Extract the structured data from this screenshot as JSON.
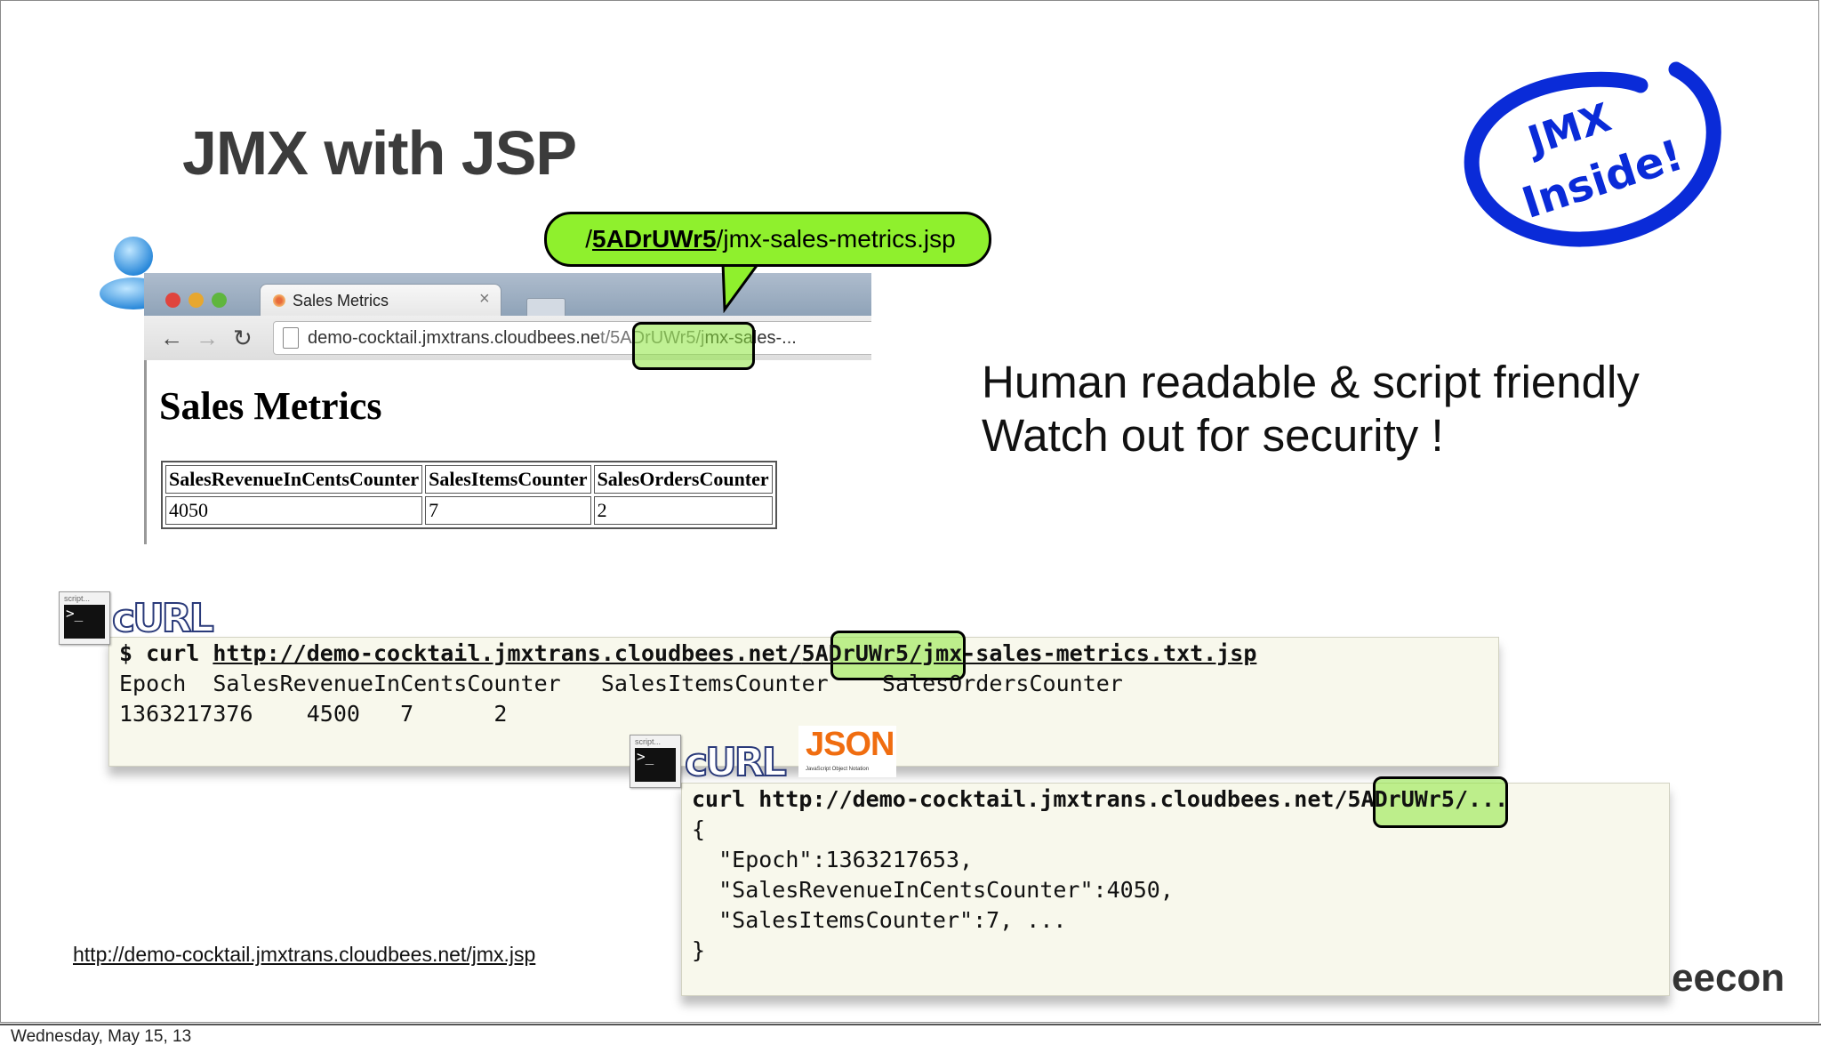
{
  "slide": {
    "title": "JMX with JSP",
    "bullets": [
      "Human readable & script friendly",
      "Watch out for security !"
    ],
    "footer_date": "Wednesday, May 15, 13",
    "jmx_link": "http://demo-cocktail.jmxtrans.cloudbees.net/jmx.jsp",
    "brand_fragment": "eecon"
  },
  "badge": {
    "line1": "JMX",
    "line2": "Inside!"
  },
  "bubble": {
    "prefix": "/",
    "token": "5ADrUWr5",
    "suffix": "/jmx-sales-metrics.jsp"
  },
  "browser": {
    "tab_title": "Sales Metrics",
    "tab_close": "×",
    "url_prefix": "demo-cocktail.jmxtrans.cloudbees.ne",
    "url_highlight": "t/5ADrUWr5/j",
    "url_suffix": "mx-sales-...",
    "page_heading": "Sales Metrics",
    "table": {
      "headers": [
        "SalesRevenueInCentsCounter",
        "SalesItemsCounter",
        "SalesOrdersCounter"
      ],
      "row": [
        "4050",
        "7",
        "2"
      ]
    }
  },
  "terminal1": {
    "prompt": "$ curl ",
    "url_a": "http://demo-cocktail.jmxtrans.cloudbees.net/",
    "token": "5ADrUWr5",
    "url_b": "/jmx-sales-metrics.txt.jsp",
    "line2": "Epoch  SalesRevenueInCentsCounter   SalesItemsCounter    SalesOrdersCounter",
    "line3": "1363217376    4500   7      2"
  },
  "terminal2": {
    "cmd_a": "curl http://demo-cocktail.jmxtrans.cloudbees.net/",
    "token": "5ADrUWr5",
    "cmd_b": "/...",
    "lines": [
      "{",
      "  \"Epoch\":1363217653,",
      "  \"SalesRevenueInCentsCounter\":4050,",
      "  \"SalesItemsCounter\":7, ...",
      "}"
    ]
  },
  "icons": {
    "script_caption": "script...",
    "script_glyph": ">_",
    "curl_logo": "cURL",
    "json_logo": "JSON",
    "json_subtitle": "JavaScript Object Notation"
  },
  "colors": {
    "highlight_green": "#8ff02d",
    "badge_blue": "#0a2bd8",
    "json_orange": "#f06d10"
  }
}
